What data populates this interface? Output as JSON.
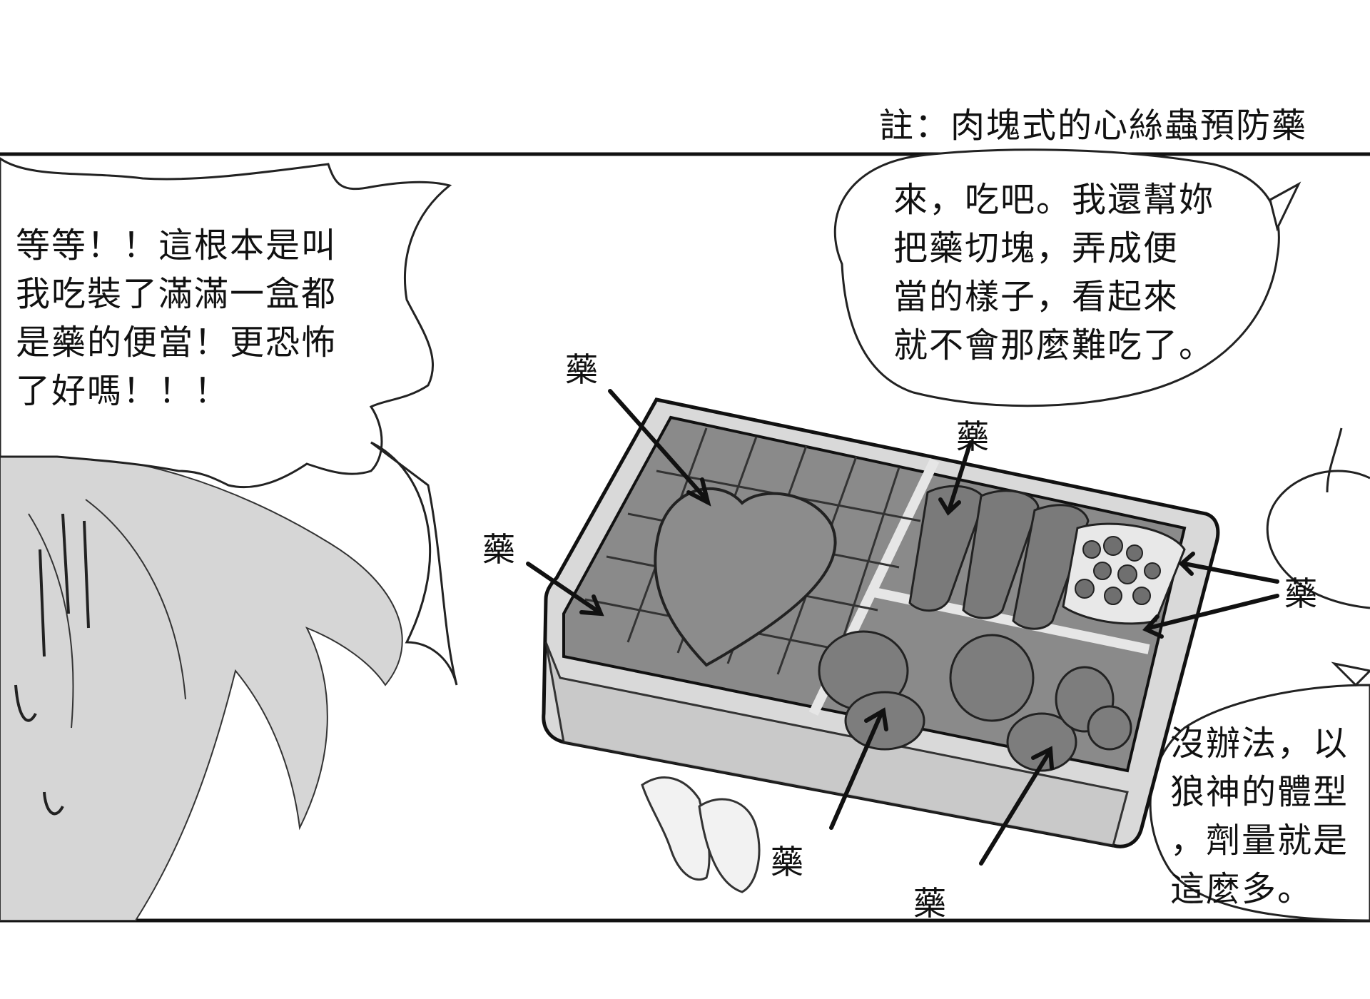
{
  "note": "註：肉塊式的心絲蟲預防藥",
  "bubble_left": {
    "lines": [
      "等等！！這根本是叫",
      "我吃裝了滿滿一盒都",
      "是藥的便當！更恐怖",
      "了好嗎！！！"
    ]
  },
  "bubble_top_right": {
    "lines": [
      "來，吃吧。我還幫妳",
      "把藥切塊，弄成便",
      "當的樣子，看起來",
      "就不會那麼難吃了。"
    ]
  },
  "bubble_bottom_right": {
    "lines": [
      "沒辦法，以",
      "狼神的體型",
      "，劑量就是",
      "這麼多。"
    ]
  },
  "labels": [
    "藥",
    "藥",
    "藥",
    "藥",
    "藥",
    "藥"
  ]
}
